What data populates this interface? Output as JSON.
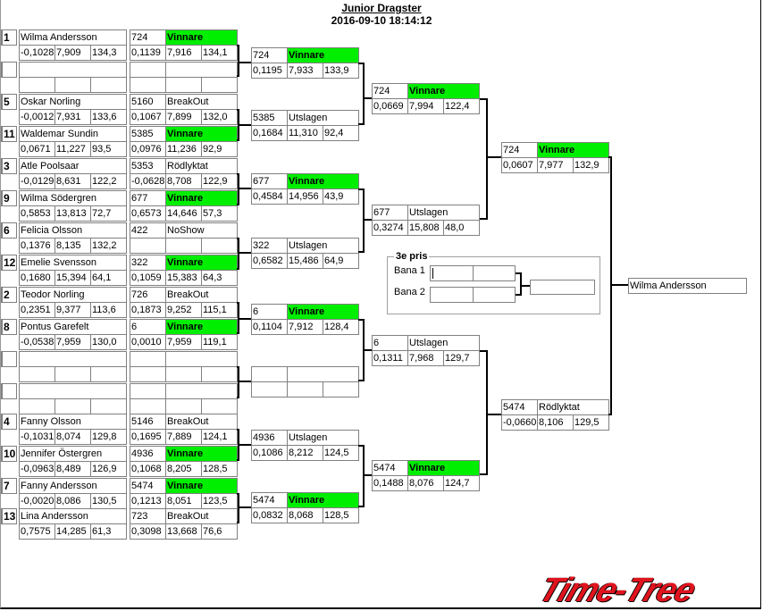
{
  "header": {
    "title": "Junior Dragster",
    "datetime": "2016-09-10 18:14:12"
  },
  "colors": {
    "winner": "#00ee00",
    "border": "#808080",
    "logo": "#e0141e"
  },
  "round1": [
    {
      "seed": "1",
      "name": "Wilma Andersson",
      "q": [
        "-0,1028",
        "7,909",
        "134,3"
      ],
      "id": "724",
      "result": "Vinnare",
      "r": [
        "0,1139",
        "7,916",
        "134,1"
      ]
    },
    {
      "seed": "",
      "name": "",
      "q": [
        "",
        "",
        ""
      ],
      "id": "",
      "result": "",
      "r": [
        "",
        "",
        ""
      ]
    },
    {
      "seed": "5",
      "name": "Oskar Norling",
      "q": [
        "-0,0012",
        "7,931",
        "133,6"
      ],
      "id": "5160",
      "result": "BreakOut",
      "r": [
        "0,1067",
        "7,899",
        "132,0"
      ]
    },
    {
      "seed": "11",
      "name": "Waldemar Sundin",
      "q": [
        "0,0671",
        "11,227",
        "93,5"
      ],
      "id": "5385",
      "result": "Vinnare",
      "r": [
        "0,0976",
        "11,236",
        "92,9"
      ]
    },
    {
      "seed": "3",
      "name": "Atle Poolsaar",
      "q": [
        "-0,0129",
        "8,631",
        "122,2"
      ],
      "id": "5353",
      "result": "Rödlyktat",
      "r": [
        "-0,0628",
        "8,708",
        "122,9"
      ]
    },
    {
      "seed": "9",
      "name": "Wilma Södergren",
      "q": [
        "0,5853",
        "13,813",
        "72,7"
      ],
      "id": "677",
      "result": "Vinnare",
      "r": [
        "0,6573",
        "14,646",
        "57,3"
      ]
    },
    {
      "seed": "6",
      "name": "Felicia  Olsson",
      "q": [
        "0,1376",
        "8,135",
        "132,2"
      ],
      "id": "422",
      "result": "NoShow",
      "r": [
        "",
        "",
        ""
      ]
    },
    {
      "seed": "12",
      "name": "Emelie Svensson",
      "q": [
        "0,1680",
        "15,394",
        "64,1"
      ],
      "id": "322",
      "result": "Vinnare",
      "r": [
        "0,1059",
        "15,383",
        "64,3"
      ]
    },
    {
      "seed": "2",
      "name": "Teodor Norling",
      "q": [
        "0,2351",
        "9,377",
        "113,6"
      ],
      "id": "726",
      "result": "BreakOut",
      "r": [
        "0,1873",
        "9,252",
        "115,1"
      ]
    },
    {
      "seed": "8",
      "name": "Pontus Garefelt",
      "q": [
        "-0,0538",
        "7,959",
        "130,0"
      ],
      "id": "6",
      "result": "Vinnare",
      "r": [
        "0,0010",
        "7,959",
        "119,1"
      ]
    },
    {
      "seed": "",
      "name": "",
      "q": [
        "",
        "",
        ""
      ],
      "id": "",
      "result": "",
      "r": [
        "",
        "",
        ""
      ]
    },
    {
      "seed": "",
      "name": "",
      "q": [
        "",
        "",
        ""
      ],
      "id": "",
      "result": "",
      "r": [
        "",
        "",
        ""
      ]
    },
    {
      "seed": "4",
      "name": "Fanny Olsson",
      "q": [
        "-0,1031",
        "8,074",
        "129,8"
      ],
      "id": "5146",
      "result": "BreakOut",
      "r": [
        "0,1695",
        "7,889",
        "124,1"
      ]
    },
    {
      "seed": "10",
      "name": "Jennifer Östergren",
      "q": [
        "-0,0963",
        "8,489",
        "126,9"
      ],
      "id": "4936",
      "result": "Vinnare",
      "r": [
        "0,1068",
        "8,205",
        "128,5"
      ]
    },
    {
      "seed": "7",
      "name": "Fanny Andersson",
      "q": [
        "-0,0020",
        "8,086",
        "130,5"
      ],
      "id": "5474",
      "result": "Vinnare",
      "r": [
        "0,1213",
        "8,051",
        "123,5"
      ]
    },
    {
      "seed": "13",
      "name": "Lina Andersson",
      "q": [
        "0,7575",
        "14,285",
        "61,3"
      ],
      "id": "723",
      "result": "BreakOut",
      "r": [
        "0,3098",
        "13,668",
        "76,6"
      ]
    }
  ],
  "round2": [
    {
      "id": "724",
      "result": "Vinnare",
      "r": [
        "0,1195",
        "7,933",
        "133,9"
      ]
    },
    {
      "id": "5385",
      "result": "Utslagen",
      "r": [
        "0,1684",
        "11,310",
        "92,4"
      ]
    },
    {
      "id": "677",
      "result": "Vinnare",
      "r": [
        "0,4584",
        "14,956",
        "43,9"
      ]
    },
    {
      "id": "322",
      "result": "Utslagen",
      "r": [
        "0,6582",
        "15,486",
        "64,9"
      ]
    },
    {
      "id": "6",
      "result": "Vinnare",
      "r": [
        "0,1104",
        "7,912",
        "128,4"
      ]
    },
    {
      "id": "",
      "result": "",
      "r": [
        "",
        "",
        ""
      ]
    },
    {
      "id": "4936",
      "result": "Utslagen",
      "r": [
        "0,1086",
        "8,212",
        "124,5"
      ]
    },
    {
      "id": "5474",
      "result": "Vinnare",
      "r": [
        "0,0832",
        "8,068",
        "128,5"
      ]
    }
  ],
  "round3": [
    {
      "id": "724",
      "result": "Vinnare",
      "r": [
        "0,0669",
        "7,994",
        "122,4"
      ]
    },
    {
      "id": "677",
      "result": "Utslagen",
      "r": [
        "0,3274",
        "15,808",
        "48,0"
      ]
    },
    {
      "id": "6",
      "result": "Utslagen",
      "r": [
        "0,1311",
        "7,968",
        "129,7"
      ]
    },
    {
      "id": "5474",
      "result": "Vinnare",
      "r": [
        "0,1488",
        "8,076",
        "124,7"
      ]
    }
  ],
  "round4": [
    {
      "id": "724",
      "result": "Vinnare",
      "r": [
        "0,0607",
        "7,977",
        "132,9"
      ]
    },
    {
      "id": "5474",
      "result": "Rödlyktat",
      "r": [
        "-0,0660",
        "8,106",
        "129,5"
      ]
    }
  ],
  "final": {
    "winner": "Wilma Andersson"
  },
  "third_place": {
    "title": "3e pris",
    "lane1_label": "Bana 1",
    "lane2_label": "Bana 2",
    "lane1": [
      "",
      ""
    ],
    "lane2": [
      "",
      ""
    ],
    "winner": ""
  },
  "logo": {
    "text": "Time-Tree"
  }
}
